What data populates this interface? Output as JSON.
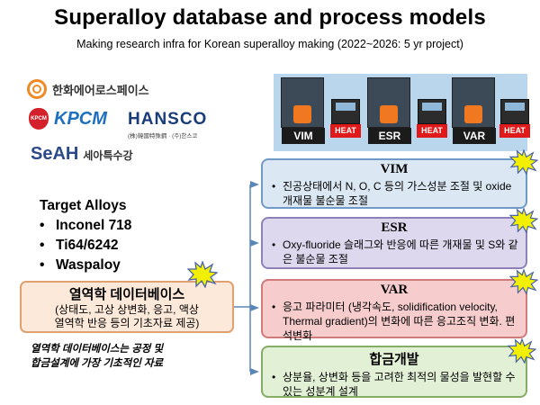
{
  "title": "Superalloy database and process models",
  "subtitle": "Making research infra for Korean superalloy making (2022~2026: 5 yr project)",
  "logos": {
    "hanwha": "한화에어로스페이스",
    "kpcm": "KPCM",
    "kpcm_badge": "KPCM",
    "hansco": "HANSCO",
    "hansco_sub": "(株)韓國特殊鋼 · (주)한스코",
    "seah": "SeAH",
    "seah_kr": "세아특수강"
  },
  "target_alloys": {
    "heading": "Target Alloys",
    "items": [
      "Inconel 718",
      "Ti64/6242",
      "Waspaloy"
    ]
  },
  "thermo_db": {
    "title": "열역학 데이터베이스",
    "desc_line1": "(상태도, 고상 상변화, 응고, 액상",
    "desc_line2": "열역학 반응 등의 기초자료 제공)",
    "note_line1": "열역학 데이터베이스는 공정 및",
    "note_line2": "합금설계에 가장  기초적인 자료"
  },
  "process_strip": {
    "units": [
      "VIM",
      "ESR",
      "VAR"
    ],
    "heat_label": "HEAT"
  },
  "processes": {
    "vim": {
      "title": "VIM",
      "text": "진공상태에서 N, O, C 등의 가스성분 조절 및 oxide 개재물 불순물 조절"
    },
    "esr": {
      "title": "ESR",
      "text": "Oxy-fluoride 슬래그와 반응에 따른 개재물 및 S와 같은 불순물 조절"
    },
    "var": {
      "title": "VAR",
      "text": "응고 파라미터 (냉각속도, solidification velocity, Thermal gradient)의 변화에 따른 응고조직 변화. 편석변화"
    },
    "alloy": {
      "title": "합금개발",
      "text": "상분율, 상변화 등을 고려한 최적의 물성을 발현할 수 있는 성분계 설계"
    }
  },
  "bullet": "•",
  "colors": {
    "connector": "#5b86b8",
    "star": "#f2f000",
    "vim": "#dbe8f4",
    "esr": "#ddd8ee",
    "var": "#f6cccc",
    "alloy": "#e2f0d6",
    "db": "#fde9d9"
  }
}
